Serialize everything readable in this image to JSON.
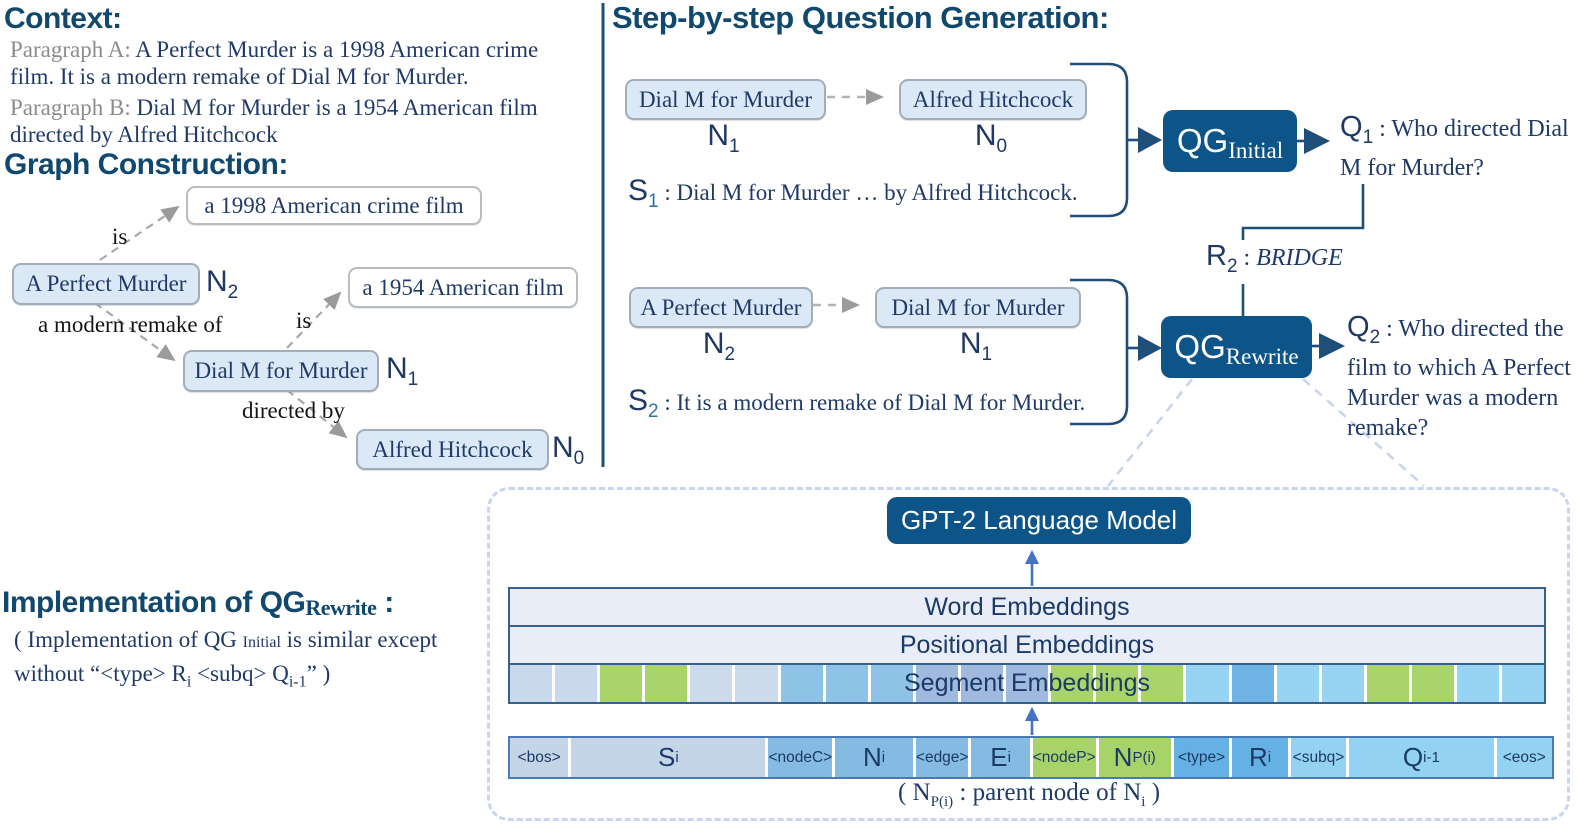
{
  "colors": {
    "heading": "#11486e",
    "body_navy": "#203a67",
    "box_blue": "#0d5488",
    "node_fill": "#dbe8f6",
    "panel_border": "#c9d5ee",
    "arrow_blue": "#4472c4",
    "green_cell": "#a7d369",
    "light_cell": "#c5d5e8",
    "medium_cell": "#85bbe3",
    "dark_sky_cell": "#65b1e4",
    "sky_cell": "#93d2f3"
  },
  "context": {
    "title": "Context:",
    "paragraphs": [
      {
        "label": "Paragraph A:",
        "text": " A Perfect Murder is a 1998 American crime film.  It is a modern remake of Dial M for Murder."
      },
      {
        "label": "Paragraph B:",
        "text": " Dial M for Murder is a 1954 American film directed by Alfred Hitchcock"
      }
    ]
  },
  "graph": {
    "title": "Graph Construction:",
    "nodes": {
      "film1998": "a 1998 American crime film",
      "apm": "A Perfect Murder",
      "film1954": "a 1954 American film",
      "dmm": "Dial M for Murder",
      "ah": "Alfred Hitchcock"
    },
    "ids": {
      "apm": {
        "b": "N",
        "s": "2"
      },
      "dmm": {
        "b": "N",
        "s": "1"
      },
      "ah": {
        "b": "N",
        "s": "0"
      }
    },
    "edges": {
      "is_a": "is",
      "remake": "a modern remake of",
      "is_b": "is",
      "directed": "directed by"
    }
  },
  "stepgen": {
    "title": "Step-by-step Question Generation:",
    "step1": {
      "left_node": "Dial M for Murder",
      "right_node": "Alfred Hitchcock",
      "left_id": {
        "b": "N",
        "s": "1"
      },
      "right_id": {
        "b": "N",
        "s": "0"
      },
      "s_base": "S",
      "s_sub": "1",
      "s_text": " : Dial M for Murder … by Alfred Hitchcock.",
      "qg_base": "QG",
      "qg_sub": "Initial",
      "q_base": "Q",
      "q_sub": "1",
      "q_text": " : Who directed Dial M for Murder?"
    },
    "relation": {
      "r_base": "R",
      "r_sub": "2",
      "colon": " : ",
      "value": "BRIDGE"
    },
    "step2": {
      "left_node": "A Perfect Murder",
      "right_node": "Dial M for Murder",
      "left_id": {
        "b": "N",
        "s": "2"
      },
      "right_id": {
        "b": "N",
        "s": "1"
      },
      "s_base": "S",
      "s_sub": "2",
      "s_text": " : It is a modern remake of Dial M for Murder.",
      "qg_base": "QG",
      "qg_sub": "Rewrite",
      "q_base": "Q",
      "q_sub": "2",
      "q_text": " : Who directed the film to which A Perfect Murder was a modern remake?"
    }
  },
  "implementation": {
    "title_prefix": "Implementation of QG",
    "title_sub": "Rewrite",
    "title_suffix": " :",
    "note": {
      "l1a": "( Implementation of QG ",
      "l1sub": "Initial",
      "l1b": " is similar except",
      "l2a": "without “<type> R",
      "l2asub": "i",
      "l2b": " <subq> Q",
      "l2bsub": "i-1",
      "l2c": "” )"
    }
  },
  "panel": {
    "model": "GPT-2 Language Model",
    "rows": {
      "word": "Word Embeddings",
      "positional": "Positional Embeddings",
      "segment": "Segment Embeddings"
    },
    "segment_cells": [
      "#c9d8ea",
      "#c9d8ea",
      "#a9d36b",
      "#a9d36b",
      "#ccdae9",
      "#ccdae9",
      "#8ec2e7",
      "#8ec2e7",
      "#8ec2e7",
      "#9fbade",
      "#9fbade",
      "#9fbade",
      "#a9d36b",
      "#a9d36b",
      "#a9d36b",
      "#97d4f3",
      "#6eb5e6",
      "#97d4f3",
      "#97d4f3",
      "#a9d36b",
      "#a9d36b",
      "#97d4f3",
      "#97d4f3"
    ],
    "tokens": [
      {
        "label": "<bos>",
        "kind": "special",
        "color": "#c5d5e8",
        "flex": "1.05"
      },
      {
        "label": "S",
        "sub": "i",
        "kind": "var",
        "color": "#c5d5e8",
        "flex": "3.5"
      },
      {
        "label": "<nodeC>",
        "kind": "special",
        "color": "#85bbe3",
        "flex": "1.0"
      },
      {
        "label": "N",
        "sub": "i",
        "kind": "var",
        "color": "#85bbe3",
        "flex": "1.4"
      },
      {
        "label": "<edge>",
        "kind": "special",
        "color": "#85bbe3",
        "flex": "0.9"
      },
      {
        "label": "E",
        "sub": "i",
        "kind": "var",
        "color": "#85bbe3",
        "flex": "1.05"
      },
      {
        "label": "<nodeP>",
        "kind": "special",
        "color": "#a7d369",
        "flex": "1.0"
      },
      {
        "label": "N",
        "sub": "P(i)",
        "kind": "var",
        "color": "#a7d369",
        "flex": "1.3"
      },
      {
        "label": "<type>",
        "kind": "special",
        "color": "#65b1e4",
        "flex": "1.0"
      },
      {
        "label": "R",
        "sub": "i",
        "kind": "var",
        "color": "#65b1e4",
        "flex": "1.0"
      },
      {
        "label": "<subq>",
        "kind": "special",
        "color": "#93d2f3",
        "flex": "1.0"
      },
      {
        "label": "Q",
        "sub": "i-1",
        "kind": "var",
        "color": "#93d2f3",
        "flex": "2.6"
      },
      {
        "label": "<eos>",
        "kind": "special",
        "color": "#93d2f3",
        "flex": "1.0"
      }
    ],
    "caption": {
      "a": "( N",
      "asub": "P(i)",
      "b": " : parent node of N",
      "bsub": "i",
      "c": " )"
    }
  }
}
